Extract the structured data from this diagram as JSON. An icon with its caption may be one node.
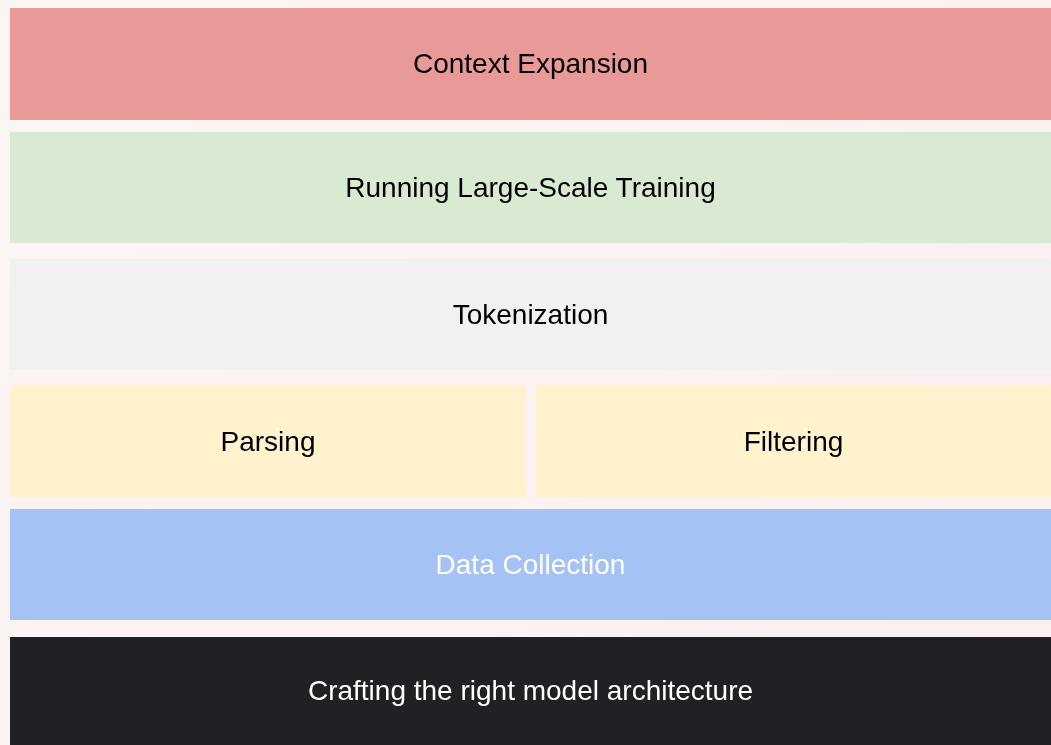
{
  "diagram": {
    "nodes": [
      {
        "text": [
          "Context Expansion"
        ]
      },
      {
        "text": [
          "Running Large-Scale Training"
        ]
      },
      {
        "text": [
          "Tokenization"
        ]
      },
      {
        "text": [
          "Parsing"
        ]
      },
      {
        "text": [
          "Filtering"
        ]
      },
      {
        "text": [
          "Data Collection"
        ]
      },
      {
        "text": [
          "Crafting the right model architecture"
        ]
      }
    ]
  }
}
